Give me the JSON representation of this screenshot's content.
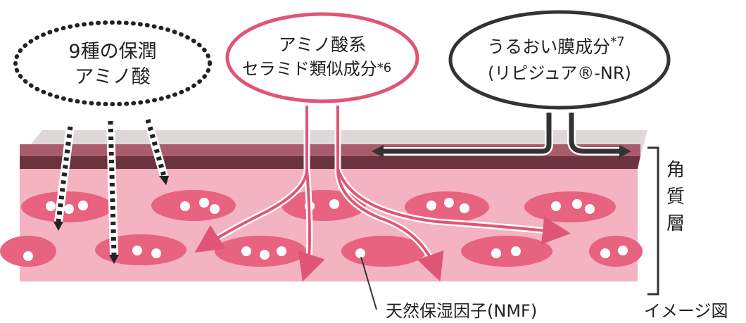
{
  "bubbles": {
    "amino": {
      "line1": "9種の保潤",
      "line2": "アミノ酸"
    },
    "ceramide": {
      "line1": "アミノ酸系",
      "line2": "セラミド類似成分",
      "note": "*6"
    },
    "film": {
      "line1": "うるおい膜成分",
      "note": "*7",
      "line2": "(リピジュア®-NR)"
    }
  },
  "labels": {
    "nmf": "天然保湿因子(NMF)",
    "layer": [
      "角",
      "質",
      "層"
    ],
    "image_note": "イメージ図"
  },
  "colors": {
    "skin_pink": "#f2a6b6",
    "cell_pink": "#e8637f",
    "surface_dark": "#6b3340",
    "accent_pink": "#e05575"
  }
}
